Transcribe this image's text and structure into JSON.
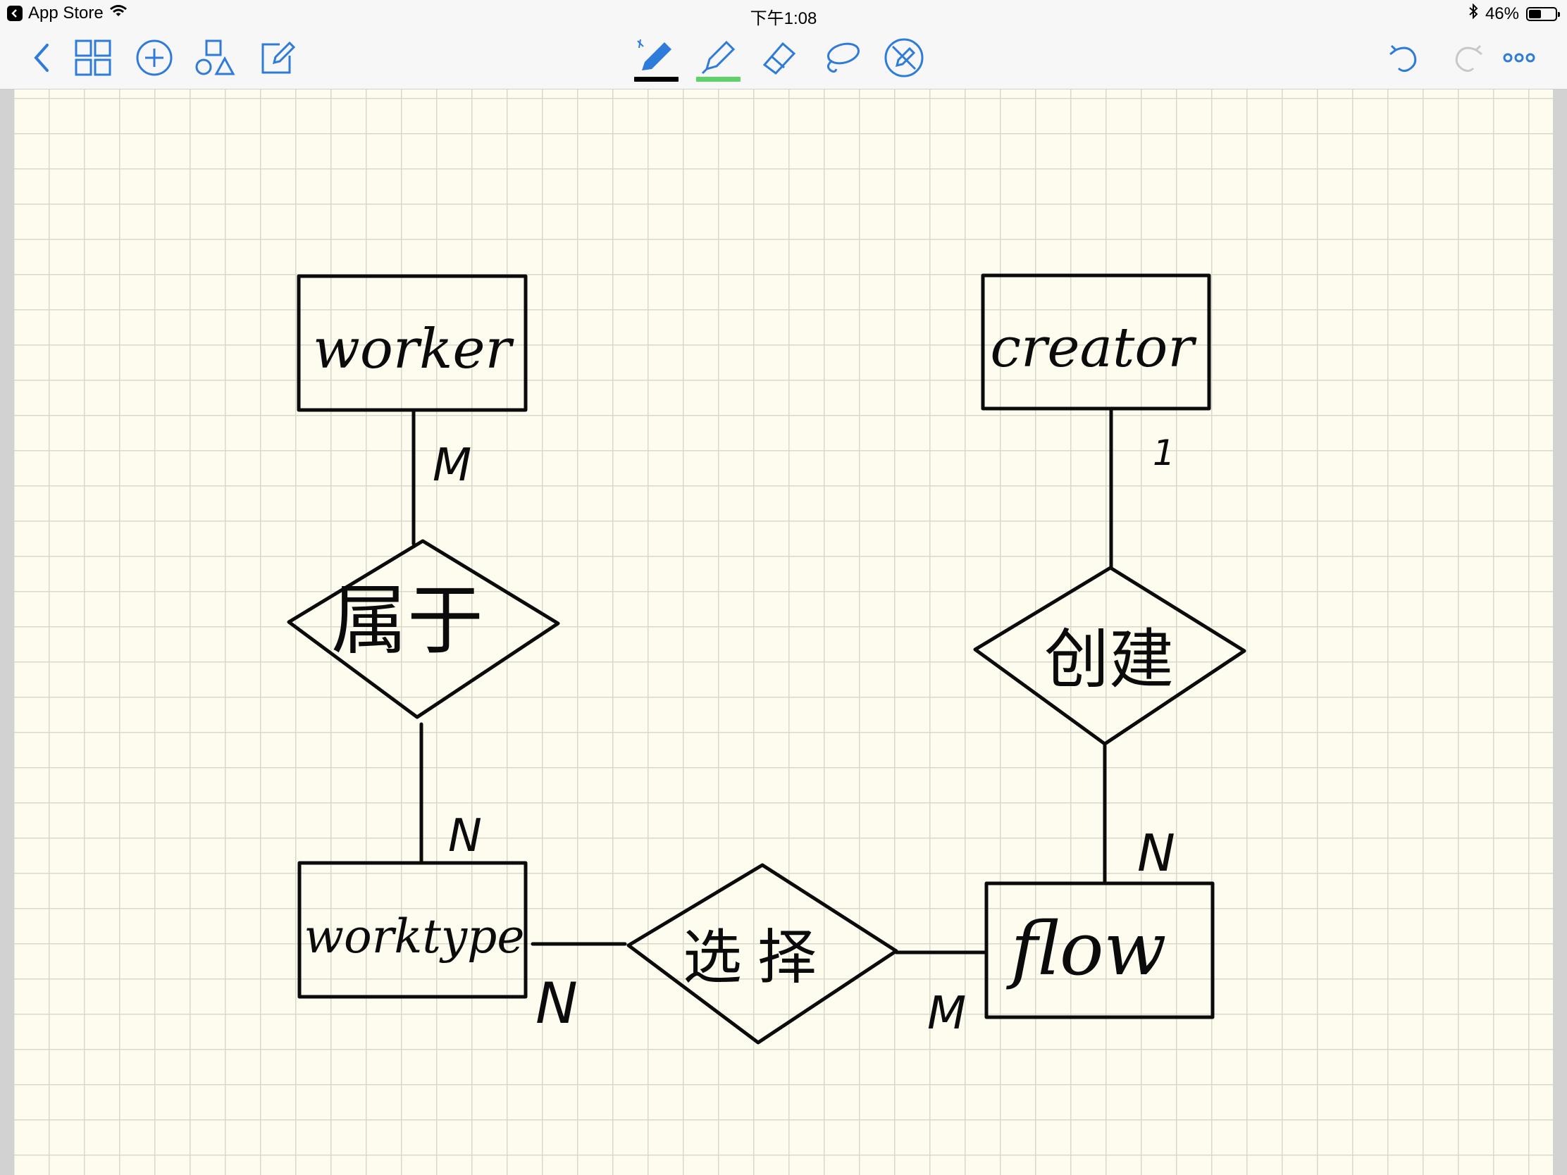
{
  "status_bar": {
    "back_app": "App Store",
    "time": "下午1:08",
    "battery_percent": "46%",
    "battery_level": 0.46
  },
  "toolbar": {
    "left_icons": [
      "back-chevron-icon",
      "grid-view-icon",
      "add-icon",
      "shapes-icon",
      "edit-icon"
    ],
    "tools": [
      "pen-icon",
      "highlighter-icon",
      "eraser-icon",
      "lasso-icon",
      "shape-tool-icon"
    ],
    "pen_color": "#000000",
    "highlighter_color": "#5ed16b",
    "accent_color": "#2f7bd9",
    "right_icons": [
      "undo-icon",
      "redo-icon",
      "more-icon"
    ]
  },
  "diagram": {
    "entities": {
      "worker": "worker",
      "creator": "creator",
      "worktype": "worktype",
      "flow": "flow"
    },
    "relationships": {
      "belongs": "属于",
      "create": "创建",
      "select": "选择"
    },
    "cardinalities": {
      "worker_belongs": "M",
      "worktype_belongs": "N",
      "creator_create": "1",
      "flow_create": "N",
      "worktype_select": "N",
      "flow_select": "M"
    }
  }
}
